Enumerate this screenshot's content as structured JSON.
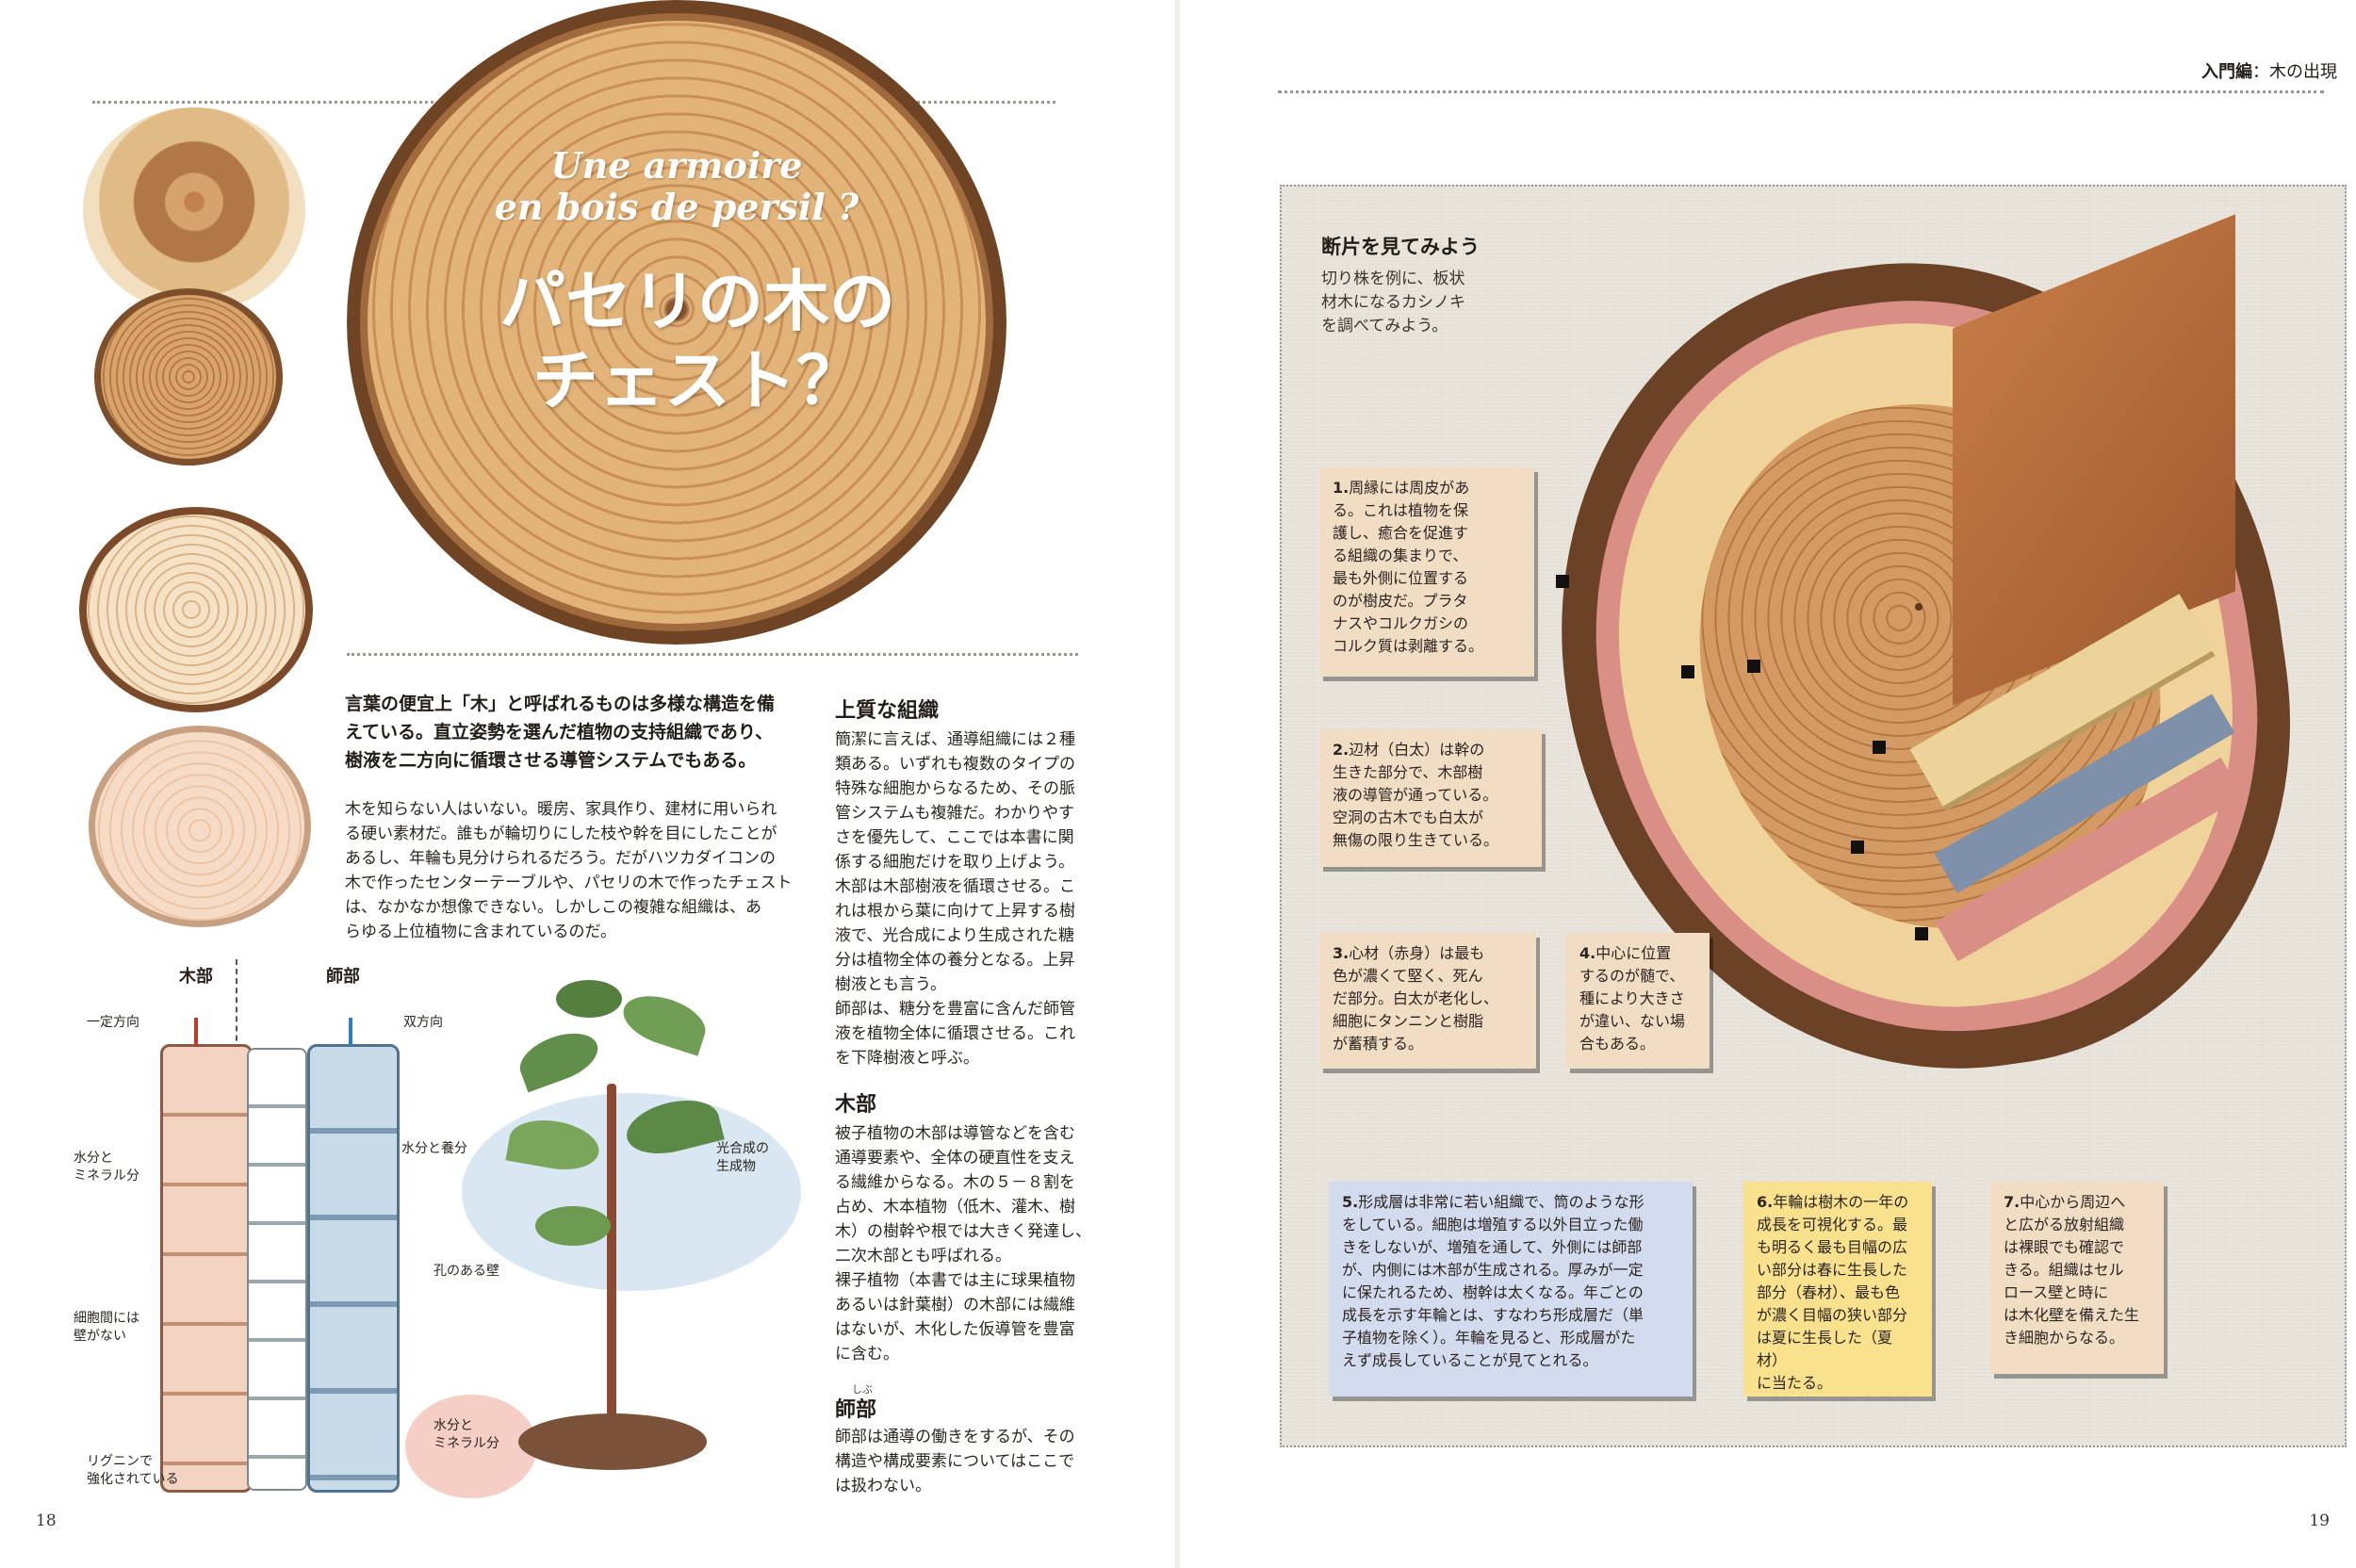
{
  "left_page": {
    "title_fr": "Une armoire en bois de persil ?",
    "title_fr_line1": "Une armoire",
    "title_fr_line2": "en bois de persil ?",
    "title_jp_line1": "パセリの木の",
    "title_jp_line2": "チェスト？",
    "lead_lines": [
      "言葉の便宜上「木」と呼ばれるものは多様な構造を備",
      "えている。直立姿勢を選んだ植物の支持組織であり、",
      "樹液を二方向に循環させる導管システムでもある。"
    ],
    "intro_lines": [
      "木を知らない人はいない。暖房、家具作り、建材に用いられ",
      "る硬い素材だ。誰もが輪切りにした枝や幹を目にしたことが",
      "あるし、年輪も見分けられるだろう。だがハツカダイコンの",
      "木で作ったセンターテーブルや、パセリの木で作ったチェスト",
      "は、なかなか想像できない。しかしこの複雑な組織は、あ",
      "らゆる上位植物に含まれているのだ。"
    ],
    "section1_heading": "上質な組織",
    "section1_lines": [
      "簡潔に言えば、通導組織には２種",
      "類ある。いずれも複数のタイプの",
      "特殊な細胞からなるため、その脈",
      "管システムも複雑だ。わかりやす",
      "さを優先して、ここでは本書に関",
      "係する細胞だけを取り上げよう。",
      "木部は木部樹液を循環させる。こ",
      "れは根から葉に向けて上昇する樹",
      "液で、光合成により生成された糖",
      "分は植物全体の養分となる。上昇",
      "樹液とも言う。",
      "師部は、糖分を豊富に含んだ師管",
      "液を植物全体に循環させる。これ",
      "を下降樹液と呼ぶ。"
    ],
    "section2_heading": "木部",
    "section2_lines": [
      "被子植物の木部は導管などを含む",
      "通導要素や、全体の硬直性を支え",
      "る繊維からなる。木の５－８割を",
      "占め、木本植物（低木、灌木、樹",
      "木）の樹幹や根では大きく発達し、",
      "二次木部とも呼ばれる。",
      "裸子植物（本書では主に球果植物",
      "あるいは針葉樹）の木部には繊維",
      "はないが、木化した仮導管を豊富",
      "に含む。"
    ],
    "section3_heading": "師部",
    "section3_ruby": "しぶ",
    "section3_lines": [
      "師部は通導の働きをするが、その",
      "構造や構成要素についてはここで",
      "は扱わない。"
    ],
    "diagram_labels": {
      "xylem": "木部",
      "phloem": "師部",
      "one_way": "一定方向",
      "two_way": "双方向",
      "water_minerals": "水分と\nミネラル分",
      "water_nutrients": "水分と養分",
      "no_walls": "細胞間には\n壁がない",
      "porous_wall": "孔のある壁",
      "lignin": "リグニンで\n強化されている",
      "photosynthesis": "光合成の\n生成物",
      "water_minerals_root": "水分と\nミネラル分"
    },
    "page_number": "18"
  },
  "right_page": {
    "running_head_bold": "入門編",
    "running_head_rest": "：木の出現",
    "section_heading": "断片を見てみよう",
    "section_intro": "切り株を例に、板状\n材木になるカシノキ\nを調べてみよう。",
    "callouts": [
      {
        "num": "1.",
        "text": "周縁には周皮があ\nる。これは植物を保\n護し、癒合を促進す\nる組織の集まりで、\n最も外側に位置する\nのが樹皮だ。プラタ\nナスやコルクガシの\nコルク質は剥離する。"
      },
      {
        "num": "2.",
        "text": "辺材（白太）は幹の\n生きた部分で、木部樹\n液の導管が通っている。\n空洞の古木でも白太が\n無傷の限り生きている。"
      },
      {
        "num": "3.",
        "text": "心材（赤身）は最も\n色が濃くて堅く、死ん\nだ部分。白太が老化し、\n細胞にタンニンと樹脂\nが蓄積する。"
      },
      {
        "num": "4.",
        "text": "中心に位置\nするのが髄で、\n種により大きさ\nが違い、ない場\n合もある。"
      },
      {
        "num": "5.",
        "text": "形成層は非常に若い組織で、筒のような形\nをしている。細胞は増殖する以外目立った働\nきをしないが、増殖を通して、外側には師部\nが、内側には木部が生成される。厚みが一定\nに保たれるため、樹幹は太くなる。年ごとの\n成長を示す年輪とは、すなわち形成層だ（単\n子植物を除く）。年輪を見ると、形成層がた\nえず成長していることが見てとれる。"
      },
      {
        "num": "6.",
        "text": "年輪は樹木の一年の\n成長を可視化する。最\nも明るく最も目幅の広\nい部分は春に生長した\n部分（春材）、最も色\nが濃く目幅の狭い部分\nは夏に生長した（夏材）\nに当たる。"
      },
      {
        "num": "7.",
        "text": "中心から周辺へ\nと広がる放射組織\nは裸眼でも確認で\nきる。組織はセル\nロース壁と時に\nは木化壁を備えた生\nき細胞からなる。"
      }
    ],
    "page_number": "19"
  },
  "colors": {
    "wood_light": "#e8c792",
    "wood_dark": "#a5693c",
    "bark": "#6b4226",
    "box_tan": "#f1dcc4",
    "box_blue": "#d3dcee",
    "box_yellow": "#f9e18e",
    "canvas_bg": "#ece8df"
  }
}
